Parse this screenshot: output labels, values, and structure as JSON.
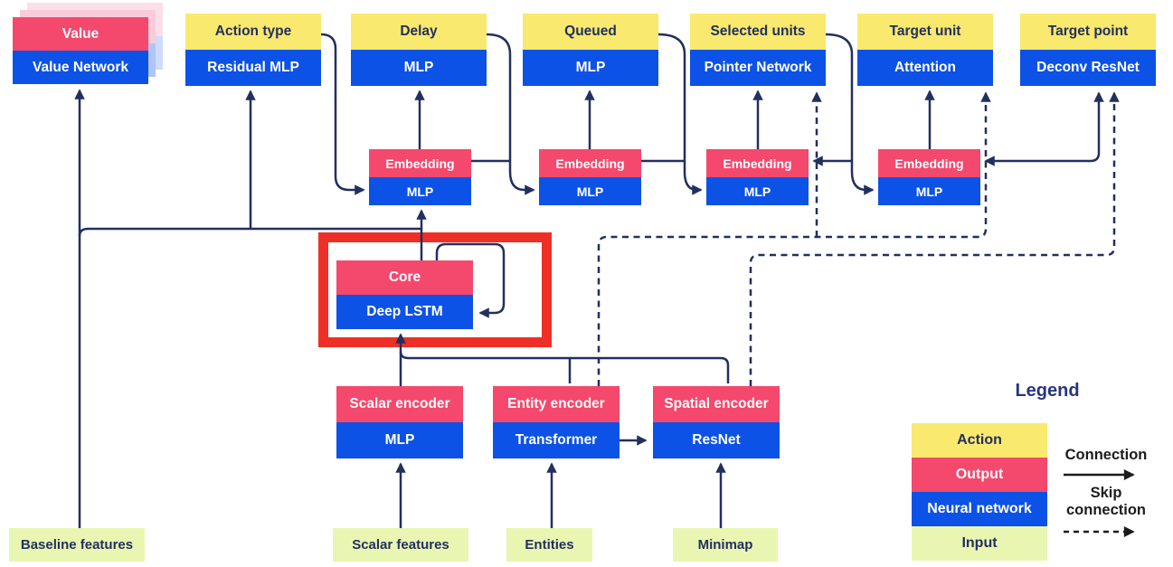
{
  "heads": [
    {
      "top": "Value",
      "bottom": "Value Network"
    },
    {
      "top": "Action type",
      "bottom": "Residual MLP"
    },
    {
      "top": "Delay",
      "bottom": "MLP"
    },
    {
      "top": "Queued",
      "bottom": "MLP"
    },
    {
      "top": "Selected units",
      "bottom": "Pointer Network"
    },
    {
      "top": "Target unit",
      "bottom": "Attention"
    },
    {
      "top": "Target point",
      "bottom": "Deconv ResNet"
    }
  ],
  "embeddings": [
    {
      "top": "Embedding",
      "bottom": "MLP"
    },
    {
      "top": "Embedding",
      "bottom": "MLP"
    },
    {
      "top": "Embedding",
      "bottom": "MLP"
    },
    {
      "top": "Embedding",
      "bottom": "MLP"
    }
  ],
  "core": {
    "top": "Core",
    "bottom": "Deep LSTM"
  },
  "encoders": [
    {
      "top": "Scalar encoder",
      "bottom": "MLP"
    },
    {
      "top": "Entity encoder",
      "bottom": "Transformer"
    },
    {
      "top": "Spatial encoder",
      "bottom": "ResNet"
    }
  ],
  "inputs": [
    "Baseline features",
    "Scalar features",
    "Entities",
    "Minimap"
  ],
  "legend": {
    "title": "Legend",
    "items": [
      {
        "label": "Action",
        "type": "action"
      },
      {
        "label": "Output",
        "type": "output"
      },
      {
        "label": "Neural network",
        "type": "network"
      },
      {
        "label": "Input",
        "type": "input"
      }
    ],
    "connection_label": "Connection",
    "skip_label_lines": [
      "Skip",
      "connection"
    ]
  },
  "colors": {
    "action-yellow": "#F9E96E",
    "output-pink": "#F4486D",
    "network-blue": "#0D52E6",
    "input-green": "#E9F6B1",
    "line-navy": "#232F5E",
    "highlight-red": "#EE2F26",
    "shadow-pink-1": "#F9CBDB",
    "shadow-blue-1": "#B0C5F6",
    "shadow-pink-2": "#FBDFE9",
    "shadow-blue-2": "#CFDBF9",
    "legend-ink": "#1C1C1C",
    "legend-title-ink": "#27357E"
  }
}
